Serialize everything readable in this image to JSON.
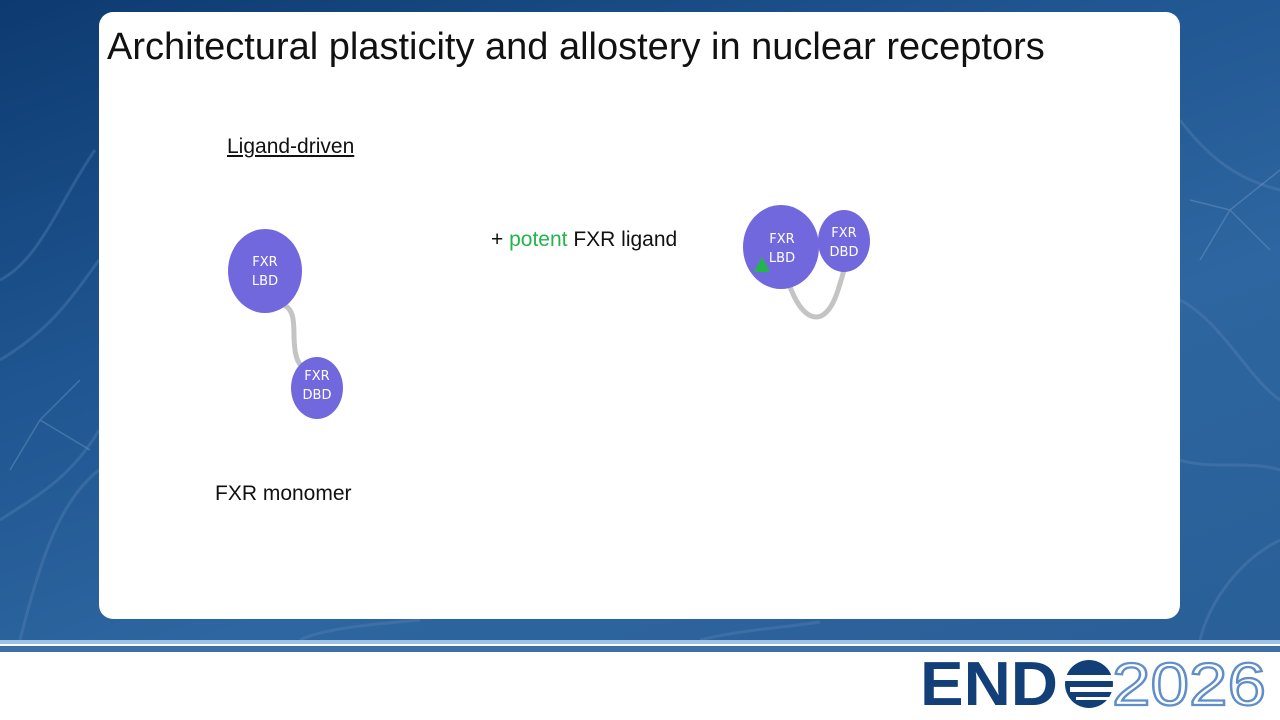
{
  "slide": {
    "title": "Architectural plasticity and allostery in nuclear receptors",
    "section_label": "Ligand-driven",
    "monomer_caption": "FXR monomer",
    "ligand_prefix": "+ ",
    "ligand_highlight": "potent",
    "ligand_suffix": " FXR ligand"
  },
  "diagram": {
    "monomer": {
      "lbd": {
        "line1": "FXR",
        "line2": "LBD"
      },
      "dbd": {
        "line1": "FXR",
        "line2": "DBD"
      }
    },
    "bound": {
      "lbd": {
        "line1": "FXR",
        "line2": "LBD"
      },
      "dbd": {
        "line1": "FXR",
        "line2": "DBD"
      }
    }
  },
  "logo": {
    "word": "END",
    "year": "2026"
  },
  "colors": {
    "domain_fill": "#7268dd",
    "linker": "#c4c4c4",
    "ligand_green": "#23b54a",
    "navy": "#133f78",
    "logo_year": "#5f8ec8"
  }
}
